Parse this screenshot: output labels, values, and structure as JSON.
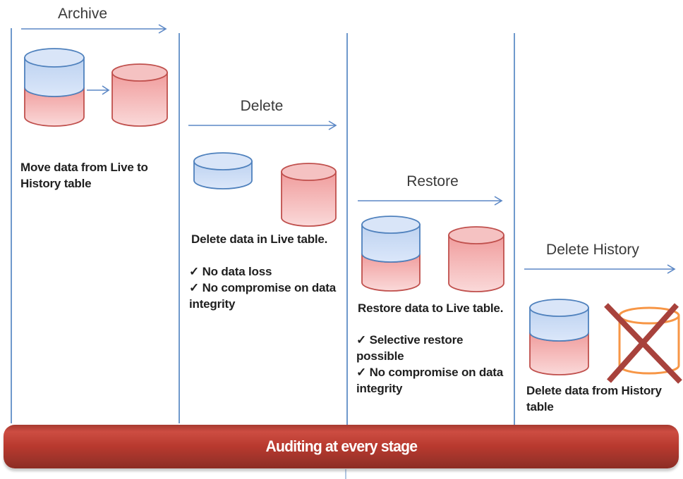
{
  "banner": {
    "label": "Auditing at every stage"
  },
  "stages": [
    {
      "label": "Archive",
      "caption": "Move data from Live to\nHistory table",
      "bullets": []
    },
    {
      "label": "Delete",
      "caption": "Delete data in Live table.",
      "bullets": [
        "✓ No data loss",
        "✓ No compromise on data\nintegrity"
      ]
    },
    {
      "label": "Restore",
      "caption": "Restore data to Live table.",
      "bullets": [
        "✓ Selective restore\npossible",
        "✓ No compromise on data\nintegrity"
      ]
    },
    {
      "label": "Delete History",
      "caption": "Delete data from History\ntable",
      "bullets": []
    }
  ],
  "icons": {
    "check_glyph": "✓",
    "cylinder_blue": "live-table-cylinder",
    "cylinder_red": "history-table-cylinder",
    "cylinder_deleted": "deleted-history-cylinder-crossed"
  },
  "colors": {
    "accent_blue": "#4f81bd",
    "blue_grad_top": "#bdd2f0",
    "blue_grad_bottom": "#dbe7fa",
    "blue_top_ellipse": "#d9e5f8",
    "accent_red": "#c0504d",
    "red_grad_top": "#f09c9c",
    "red_grad_bottom": "#fad9d9",
    "red_top_ellipse": "#f5c2c2",
    "orange": "#f79646",
    "cross_red": "#a8423c",
    "divider_blue": "#6f99cc",
    "arrow_blue": "#5b87c5",
    "banner_red": "#b8392e",
    "banner_text": "#ffffff",
    "text_dark": "#1f1f1f"
  }
}
